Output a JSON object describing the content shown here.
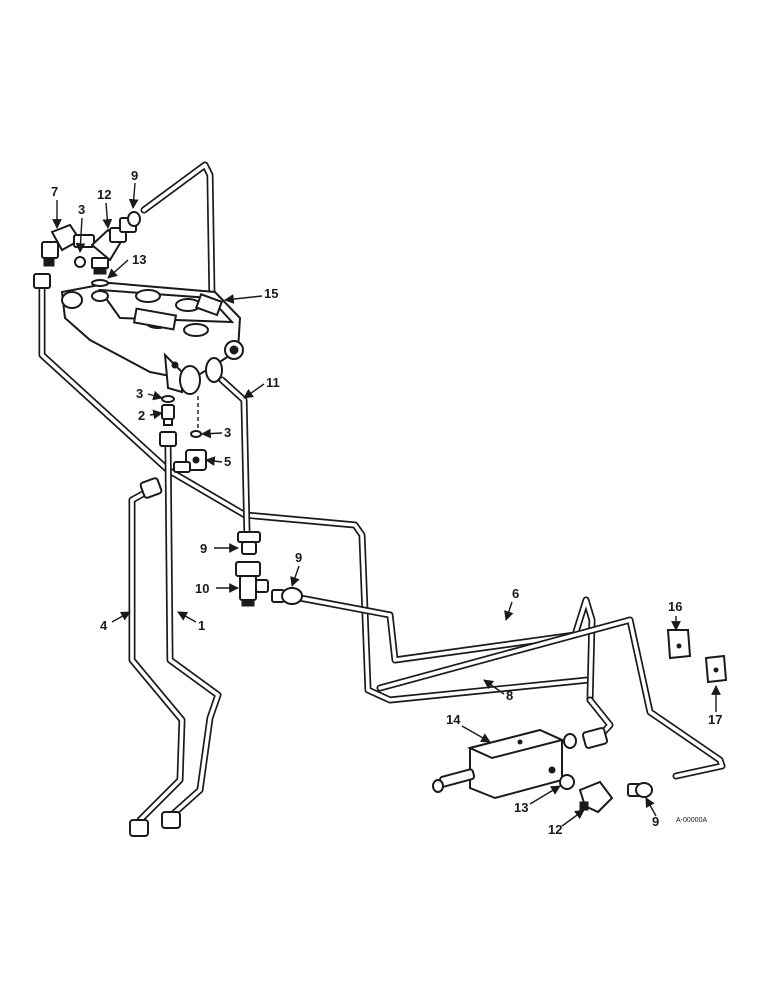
{
  "callouts": [
    {
      "id": "c7",
      "text": "7"
    },
    {
      "id": "c3a",
      "text": "3"
    },
    {
      "id": "c12a",
      "text": "12"
    },
    {
      "id": "c9a",
      "text": "9"
    },
    {
      "id": "c13a",
      "text": "13"
    },
    {
      "id": "c15",
      "text": "15"
    },
    {
      "id": "c11",
      "text": "11"
    },
    {
      "id": "c3b",
      "text": "3"
    },
    {
      "id": "c2",
      "text": "2"
    },
    {
      "id": "c3c",
      "text": "3"
    },
    {
      "id": "c5",
      "text": "5"
    },
    {
      "id": "c9b",
      "text": "9"
    },
    {
      "id": "c9c",
      "text": "9"
    },
    {
      "id": "c10",
      "text": "10"
    },
    {
      "id": "c4",
      "text": "4"
    },
    {
      "id": "c1",
      "text": "1"
    },
    {
      "id": "c6",
      "text": "6"
    },
    {
      "id": "c16",
      "text": "16"
    },
    {
      "id": "c8",
      "text": "8"
    },
    {
      "id": "c14",
      "text": "14"
    },
    {
      "id": "c17",
      "text": "17"
    },
    {
      "id": "c13b",
      "text": "13"
    },
    {
      "id": "c12b",
      "text": "12"
    },
    {
      "id": "c9d",
      "text": "9"
    }
  ],
  "drawing_code": "A-00000A"
}
